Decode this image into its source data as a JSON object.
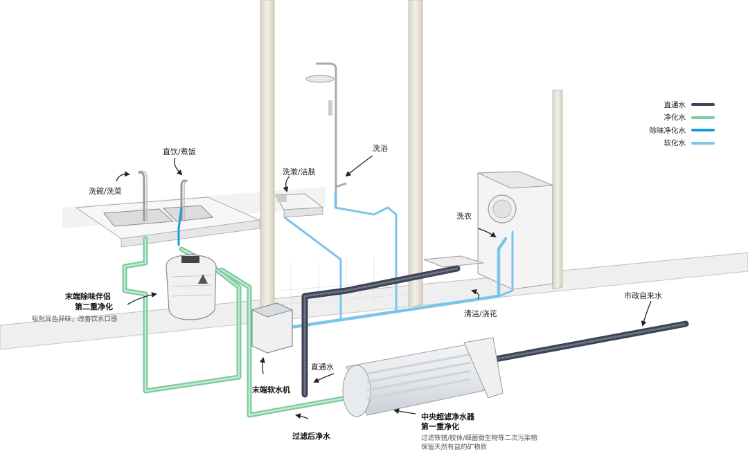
{
  "legend": [
    {
      "label": "直通水",
      "color": "#3d4456"
    },
    {
      "label": "净化水",
      "color": "#7ccc9e"
    },
    {
      "label": "除味净化水",
      "color": "#1e9ad6"
    },
    {
      "label": "软化水",
      "color": "#7cc4ea"
    }
  ],
  "labels": {
    "direct_drink": "直饮/煮饭",
    "wash_dishes": "洗碗/洗菜",
    "face_wash": "洗漱/洁肤",
    "bath": "洗浴",
    "laundry": "洗衣",
    "cleaning": "清洁/浇花",
    "city_water": "市政自来水",
    "straight_water": "直通水",
    "filtered_water": "过滤后净水",
    "softener": "末端软水机"
  },
  "terminal_purifier": {
    "title": "末端除味伴侣",
    "stage": "第二重净化",
    "desc": "吸附异色异味，改善饮水口感"
  },
  "central_purifier": {
    "title": "中央超滤净水器",
    "stage": "第一重净化",
    "desc_line1": "过滤铁锈/胶体/细菌微生物等二次污染物",
    "desc_line2": "保留天然有益的矿物质"
  }
}
